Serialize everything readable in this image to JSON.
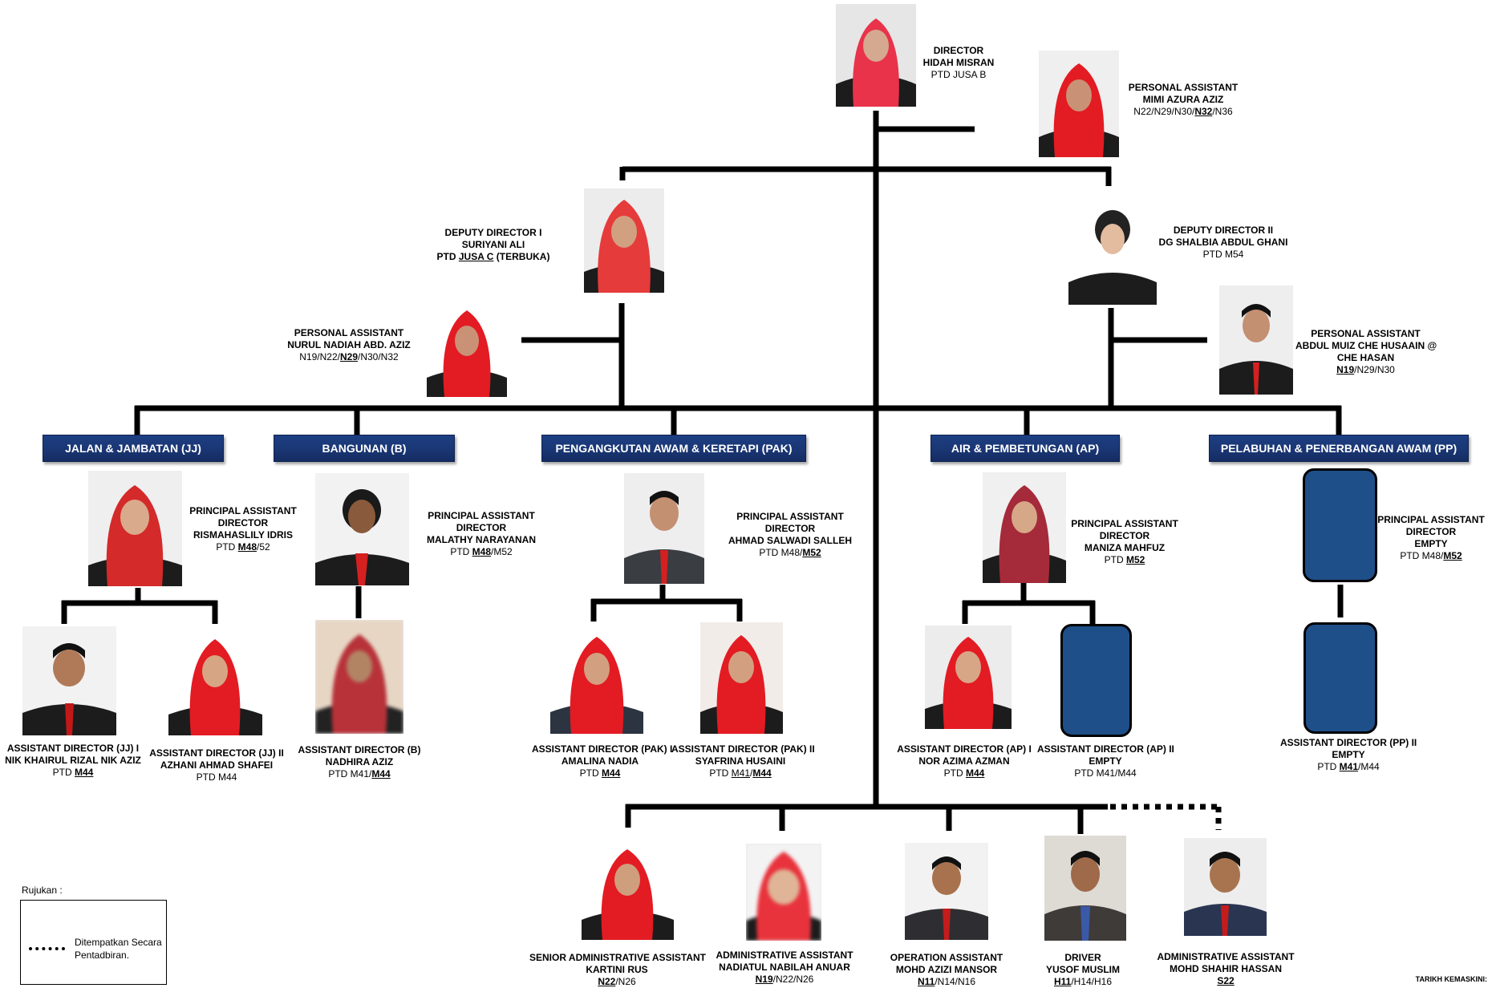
{
  "director": {
    "title": "DIRECTOR",
    "name": "HIDAH MISRAN",
    "grade": "PTD JUSA  B"
  },
  "pa_director": {
    "title": "PERSONAL ASSISTANT",
    "name": "MIMI AZURA AZIZ",
    "g1": "N22/N29/N30/",
    "g2": "N32",
    "g3": "/N36"
  },
  "deputy1": {
    "title": "DEPUTY DIRECTOR I",
    "name": "SURIYANI ALI",
    "g1": "PTD ",
    "g2": "JUSA C",
    "g3": " (TERBUKA)"
  },
  "deputy2": {
    "title": "DEPUTY DIRECTOR II",
    "name": "DG SHALBIA ABDUL GHANI",
    "grade": "PTD M54"
  },
  "pa_deputy1": {
    "title": "PERSONAL ASSISTANT",
    "name": "NURUL NADIAH ABD. AZIZ",
    "g1": "N19/N22/",
    "g2": "N29",
    "g3": "/N30/N32"
  },
  "pa_deputy2": {
    "title": "PERSONAL ASSISTANT",
    "name1": "ABDUL MUIZ CHE HUSAAIN @",
    "name2": "CHE HASAN",
    "g1": "",
    "g2": "N19",
    "g3": "/N29/N30"
  },
  "departments": [
    {
      "label": "JALAN & JAMBATAN (JJ)"
    },
    {
      "label": "BANGUNAN (B)"
    },
    {
      "label": "PENGANGKUTAN AWAM & KERETAPI (PAK)"
    },
    {
      "label": "AIR & PEMBETUNGAN (AP)"
    },
    {
      "label": "PELABUHAN & PENERBANGAN AWAM (PP)"
    }
  ],
  "pad_jj": {
    "t1": "PRINCIPAL ASSISTANT",
    "t2": "DIRECTOR",
    "name": "RISMAHASLILY IDRIS",
    "g1": "PTD ",
    "g2": "M48",
    "g3": "/52"
  },
  "pad_b": {
    "t1": "PRINCIPAL ASSISTANT",
    "t2": "DIRECTOR",
    "name": "MALATHY NARAYANAN",
    "g1": "PTD ",
    "g2": "M48",
    "g3": "/M52"
  },
  "pad_pak": {
    "t1": "PRINCIPAL ASSISTANT",
    "t2": "DIRECTOR",
    "name": "AHMAD SALWADI SALLEH",
    "g1": "PTD M48/",
    "g2": "M52",
    "g3": ""
  },
  "pad_ap": {
    "t1": "PRINCIPAL ASSISTANT",
    "t2": "DIRECTOR",
    "name": "MANIZA MAHFUZ",
    "g1": "PTD  ",
    "g2": "M52",
    "g3": ""
  },
  "pad_pp": {
    "t1": "PRINCIPAL ASSISTANT",
    "t2": "DIRECTOR",
    "name": "EMPTY",
    "g1": "PTD  M48/",
    "g2": "M52",
    "g3": ""
  },
  "ad_jj1": {
    "title": "ASSISTANT DIRECTOR (JJ) I",
    "name": "NIK KHAIRUL RIZAL NIK AZIZ",
    "g1": "PTD ",
    "g2": "M44",
    "g3": ""
  },
  "ad_jj2": {
    "title": "ASSISTANT DIRECTOR (JJ) II",
    "name": "AZHANI  AHMAD SHAFEI",
    "grade": "PTD M44"
  },
  "ad_b": {
    "title": "ASSISTANT DIRECTOR (B)",
    "name": "NADHIRA AZIZ",
    "g1": "PTD M41/",
    "g2": "M44",
    "g3": ""
  },
  "ad_pak1": {
    "title": "ASSISTANT DIRECTOR (PAK) I",
    "name": "AMALINA NADIA",
    "g1": "PTD ",
    "g2": "M44",
    "g3": ""
  },
  "ad_pak2": {
    "title": "ASSISTANT DIRECTOR (PAK) II",
    "name": "SYAFRINA  HUSAINI",
    "g1": "PTD ",
    "g2": "M41",
    "g3": "/",
    "g4": "M44"
  },
  "ad_ap1": {
    "title": "ASSISTANT DIRECTOR (AP) I",
    "name": "NOR AZIMA AZMAN",
    "g1": "PTD ",
    "g2": "M44",
    "g3": ""
  },
  "ad_ap2": {
    "title": "ASSISTANT DIRECTOR (AP) II",
    "name": "EMPTY",
    "grade": "PTD M41/M44"
  },
  "ad_pp2": {
    "title": "ASSISTANT DIRECTOR (PP) II",
    "name": "EMPTY",
    "g1": "PTD ",
    "g2": "M41",
    "g3": "/M44"
  },
  "staff_sa": {
    "title": "SENIOR ADMINISTRATIVE ASSISTANT",
    "name": "KARTINI RUS",
    "g1": "",
    "g2": "N22",
    "g3": "/N26"
  },
  "staff_aa": {
    "title": "ADMINISTRATIVE ASSISTANT",
    "name": "NADIATUL NABILAH ANUAR",
    "g1": "",
    "g2": "N19",
    "g3": "/N22/N26"
  },
  "staff_oa": {
    "title": "OPERATION ASSISTANT",
    "name": "MOHD AZIZI MANSOR",
    "g1": "",
    "g2": "N11",
    "g3": "/N14/N16"
  },
  "staff_dr": {
    "title": "DRIVER",
    "name": "YUSOF MUSLIM",
    "g1": "",
    "g2": "H11",
    "g3": "/H14/H16"
  },
  "staff_aa2": {
    "title": "ADMINISTRATIVE ASSISTANT",
    "name": "MOHD SHAHIR HASSAN",
    "g1": "",
    "g2": "S22",
    "g3": ""
  },
  "legend": {
    "title": "Rujukan :",
    "line1": "Ditempatkan Secara",
    "line2": "Pentadbiran."
  },
  "updated_label": "TARIKH KEMASKINI:"
}
